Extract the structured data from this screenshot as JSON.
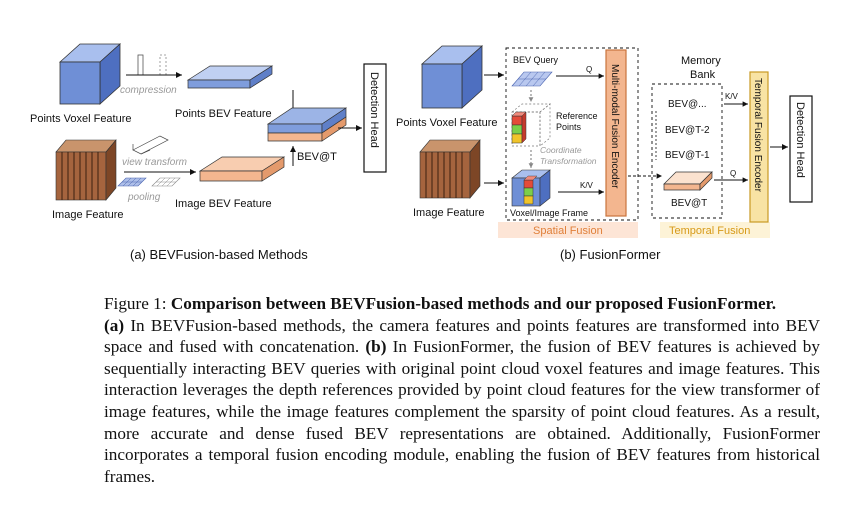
{
  "left": {
    "label_points_voxel": "Points Voxel Feature",
    "label_compression": "compression",
    "label_points_bev": "Points BEV Feature",
    "label_view_transform": "view transform",
    "label_pooling": "pooling",
    "label_image_feature": "Image Feature",
    "label_image_bev": "Image BEV Feature",
    "label_bev_t": "BEV@T",
    "detection_head": "Detection Head",
    "subcaption": "(a) BEVFusion-based Methods"
  },
  "right": {
    "label_points_voxel": "Points Voxel Feature",
    "label_image_feature": "Image Feature",
    "bev_query": "BEV Query",
    "q1": "Q",
    "reference_points_1": "Reference",
    "reference_points_2": "Points",
    "coord_1": "Coordinate",
    "coord_2": "Transformation",
    "kv1": "K/V",
    "voxel_image_frame": "Voxel/Image Frame",
    "mm_encoder": "Multi-modal Fusion Encoder",
    "spatial_fusion": "Spatial Fusion",
    "memory_1": "Memory",
    "memory_2": "Bank",
    "bev_items": [
      "BEV@...",
      "BEV@T-2",
      "BEV@T-1"
    ],
    "bev_t": "BEV@T",
    "kv2": "K/V",
    "q2": "Q",
    "temporal_encoder": "Temporal Fusion Encoder",
    "temporal_fusion": "Temporal Fusion",
    "detection_head": "Detection Head",
    "subcaption": "(b) FusionFormer"
  },
  "caption": {
    "prefix": "Figure 1: ",
    "title": "Comparison between BEVFusion-based methods and our proposed FusionFormer.",
    "a_tag": "(a)",
    "a_text": " In BEVFusion-based methods, the camera features and points features are transformed into BEV space and fused with concatenation. ",
    "b_tag": "(b)",
    "b_text": " In FusionFormer, the fusion of BEV features is achieved by sequentially interacting BEV queries with original point cloud voxel features and image features. This interaction leverages the depth references provided by point cloud features for the view transformer of image features, while the image features complement the sparsity of point cloud features. As a result, more accurate and dense fused BEV representations are obtained. Additionally, FusionFormer incorporates a temporal fusion encoding module, enabling the fusion of BEV features from historical frames."
  },
  "colors": {
    "voxel_blue": "#6f8fd6",
    "bev_blue": "#9cb4e6",
    "orange": "#f3b68f",
    "image_brown": "#a5643e",
    "encoder_fill": "#f3b68f",
    "temporal_fill": "#f8e3a4",
    "spatial_bg": "#fde5d6",
    "temporal_bg": "#fdf3d7"
  }
}
